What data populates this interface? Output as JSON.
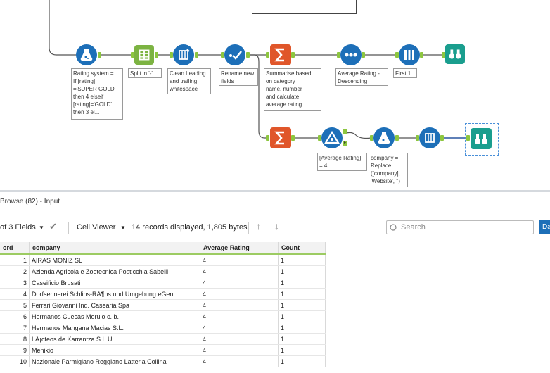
{
  "workflow": {
    "annotations": {
      "formula1": "Rating system =\nIf [rating]\n='SUPER GOLD'\nthen 4 elseif\n[rating]='GOLD'\nthen 3 el...",
      "split": "Split in '-'",
      "clean": "Clean Leading\nand trailing\nwhitespace",
      "rename": "Rename new\nfields",
      "summarise": "Summarise based\non category\nname, number\nand calculate\naverage rating",
      "sort": "Average Rating -\nDescending",
      "sample": "First 1",
      "filter": "[Average Rating]\n= 4",
      "formula2": "company =\nReplace\n([company],\n'Website', '')"
    },
    "filter_anchors": [
      "T",
      "F"
    ]
  },
  "results": {
    "title": "Browse (82) - Input",
    "fields_label": "of 3 Fields",
    "viewer_label": "Cell Viewer",
    "records_info": "14 records displayed, 1,805 bytes",
    "search_placeholder": "Search",
    "data_button": "Da",
    "columns": [
      "ord",
      "company",
      "Average Rating",
      "Count"
    ],
    "rows": [
      [
        "1",
        "AIRAS MONIZ SL",
        "4",
        "1"
      ],
      [
        "2",
        "Azienda Agricola e Zootecnica Posticchia Sabelli",
        "4",
        "1"
      ],
      [
        "3",
        "Caseificio Brusati",
        "4",
        "1"
      ],
      [
        "4",
        "Dorfsennerei Schlins-RÃ¶ns und Umgebung eGen",
        "4",
        "1"
      ],
      [
        "5",
        "Ferrari Giovanni Ind. Casearia Spa",
        "4",
        "1"
      ],
      [
        "6",
        "Hermanos Cuecas Morujo c. b.",
        "4",
        "1"
      ],
      [
        "7",
        "Hermanos Mangana Macias S.L.",
        "4",
        "1"
      ],
      [
        "8",
        "LÃ¡cteos de Karrantza S.L.U",
        "4",
        "1"
      ],
      [
        "9",
        "Menikio",
        "4",
        "1"
      ],
      [
        "10",
        "Nazionale Parmigiano Reggiano Latteria Collina",
        "4",
        "1"
      ]
    ]
  },
  "colors": {
    "formula": "#1d6fb8",
    "summarise": "#e0562a",
    "browse": "#1a9e8e",
    "select": "#1d6fb8",
    "anchor": "#8dc63f"
  }
}
